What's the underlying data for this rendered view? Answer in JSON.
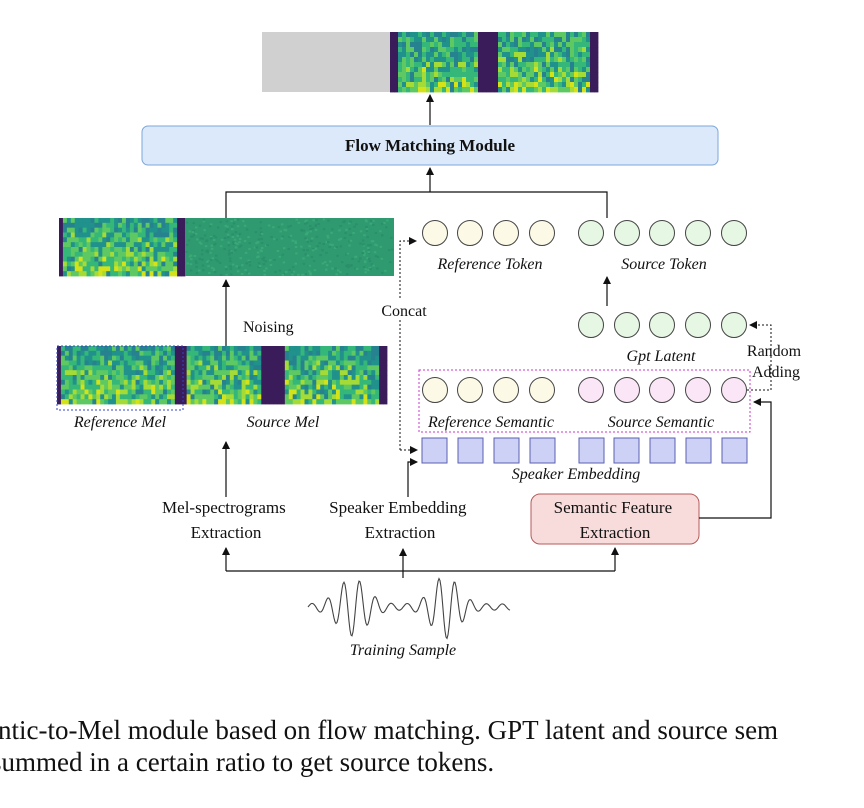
{
  "diagram": {
    "flow_module_label": "Flow Matching Module",
    "reference_token_label": "Reference Token",
    "source_token_label": "Source Token",
    "gpt_latent_label": "Gpt Latent",
    "random_adding_label": "Random\nAdding",
    "reference_semantic_label": "Reference Semantic",
    "source_semantic_label": "Source Semantic",
    "speaker_embedding_label": "Speaker Embedding",
    "concat_label": "Concat",
    "noising_label": "Noising",
    "reference_mel_label": "Reference Mel",
    "source_mel_label": "Source Mel",
    "mel_extraction_label": "Mel-spectrograms\nExtraction",
    "speaker_extraction_label": "Speaker Embedding\nExtraction",
    "semantic_extraction_label": "Semantic Feature\nExtraction",
    "training_sample_label": "Training Sample"
  },
  "caption": {
    "line1": "antic-to-Mel module based on flow matching. GPT latent and source sem",
    "line2": "summed in a certain ratio to get source tokens."
  },
  "colors": {
    "flow_box_fill": "#dbe9fb",
    "flow_box_stroke": "#7ea6d8",
    "reference_token_fill": "#fcfae6",
    "source_token_fill": "#e6f7e4",
    "reference_semantic_fill": "#fcfae6",
    "source_semantic_fill": "#fbe6f7",
    "speaker_square_fill": "#cdd1f6",
    "speaker_square_stroke": "#5a5fb0",
    "semantic_box_fill": "#f8dcdc",
    "semantic_box_stroke": "#b45a5a",
    "magenta_dash": "#cc33cc",
    "blue_dash": "#3344cc",
    "spectrogram_dark": "#3b1c5a",
    "spectrogram_teal": "#21918c",
    "spectrogram_green": "#5ec962",
    "spectrogram_yellow": "#d4e21a",
    "masked_gray": "#d0d0d0"
  }
}
